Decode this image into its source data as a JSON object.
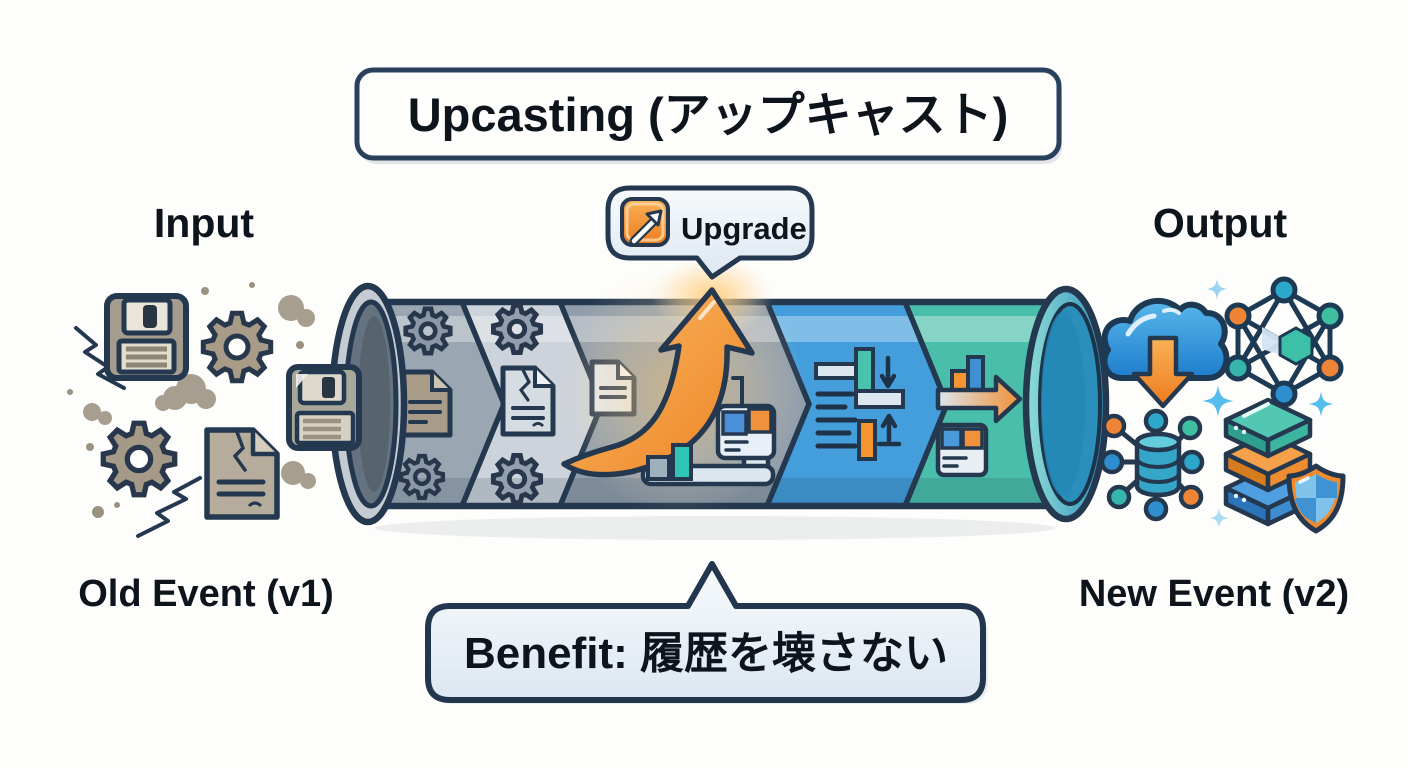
{
  "title": {
    "text": "Upcasting (アップキャスト)"
  },
  "input_section": {
    "label": "Input",
    "caption": "Old Event (v1)",
    "icons": [
      "floppy-disk-icon",
      "gear-icon",
      "gear-icon",
      "cracked-document-icon",
      "dust-particles",
      "crack-marks",
      "floppy-disk-icon"
    ]
  },
  "output_section": {
    "label": "Output",
    "caption": "New Event (v2)",
    "icons": [
      "cloud-download-icon",
      "network-graph-icon",
      "database-network-icon",
      "layer-stack-icon",
      "shield-icon",
      "sparkle-icons"
    ]
  },
  "pipeline": {
    "upgrade_badge": {
      "label": "Upgrade",
      "icon": "arrow-up-right-icon"
    },
    "icons": [
      "gear-icon",
      "old-document-icon",
      "cracked-document-icon",
      "document-icon",
      "upgrade-arrow-icon",
      "schema-blocks-icon",
      "column-transform-icon",
      "bar-chart-arrow-icon",
      "table-icon"
    ]
  },
  "benefit_bubble": {
    "text": "Benefit: 履歴を壊さない"
  },
  "palette": {
    "outline": "#24384f",
    "pipe_gray": "#9aa6b2",
    "pipe_light_gray": "#ccd3da",
    "pipe_blue": "#449edc",
    "pipe_teal": "#49bfab",
    "accent_orange": "#ee8426",
    "sky_blue": "#54bdee",
    "taupe": "#a89b88",
    "background": "#fdfdfb"
  }
}
